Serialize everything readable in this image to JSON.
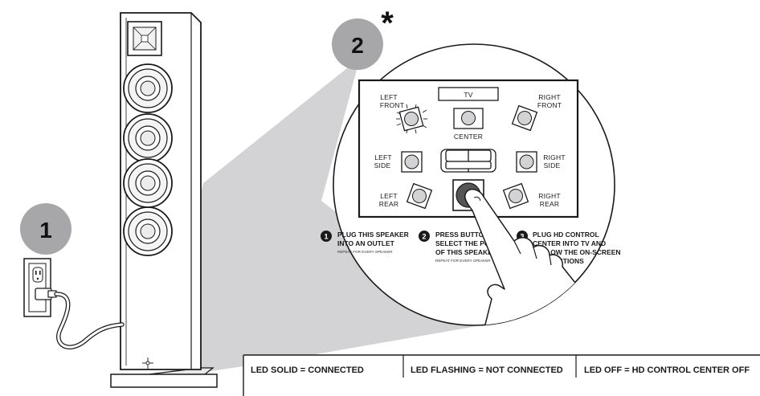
{
  "badges": {
    "step1": "1",
    "step2": "2",
    "asterisk": "*"
  },
  "panel": {
    "tv": "TV",
    "center": "CENTER",
    "left_front_1": "LEFT",
    "left_front_2": "FRONT",
    "right_front_1": "RIGHT",
    "right_front_2": "FRONT",
    "left_side_1": "LEFT",
    "left_side_2": "SIDE",
    "right_side_1": "RIGHT",
    "right_side_2": "SIDE",
    "left_rear_1": "LEFT",
    "left_rear_2": "REAR",
    "right_rear_1": "RIGHT",
    "right_rear_2": "REAR"
  },
  "steps": [
    {
      "num": "1",
      "lines": [
        "PLUG THIS SPEAKER",
        "INTO AN OUTLET"
      ],
      "note": "REPEAT FOR EVERY SPEAKER"
    },
    {
      "num": "2",
      "lines": [
        "PRESS BUTTON TO",
        "SELECT THE POSITION",
        "OF THIS SPEAKER"
      ],
      "note": "REPEAT FOR EVERY SPEAKER"
    },
    {
      "num": "3",
      "lines": [
        "PLUG HD CONTROL",
        "CENTER INTO TV AND",
        "FOLLOW THE ON-SCREEN",
        "INSTRUCTIONS"
      ]
    }
  ],
  "legend": {
    "solid": "LED SOLID = CONNECTED",
    "flashing": "LED FLASHING = NOT CONNECTED",
    "off": "LED OFF = HD CONTROL CENTER OFF"
  },
  "colors": {
    "badge": "#a7a7a9",
    "shade": "#d3d3d5",
    "ink": "#1a1a1a",
    "button": "#555555"
  }
}
